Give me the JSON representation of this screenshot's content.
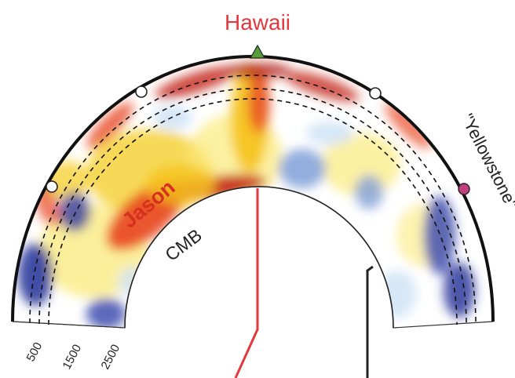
{
  "labels": {
    "hotspot_top": "Hawaii",
    "hotspot_right": "\"Yellowstone\"",
    "anomaly": "Jason",
    "boundary": "CMB"
  },
  "depth_ticks": [
    "500",
    "1500",
    "2500"
  ],
  "colors": {
    "hawaii_text": "#e2393f",
    "hawaii_path": "#e2393f",
    "jason_text": "#d6301f",
    "marker_triangle": "#5a9e3a",
    "marker_yellowstone": "#c2407e",
    "marker_open": "#ffffff",
    "text_dark": "#222222",
    "slow_strong": "#b21a12",
    "slow_medium": "#e8451f",
    "slow_weak": "#f6c421",
    "slow_faint": "#fbe97a",
    "fast_faint": "#cfe3f6",
    "fast_medium": "#7f9fd8",
    "fast_strong": "#2e3a9c"
  }
}
